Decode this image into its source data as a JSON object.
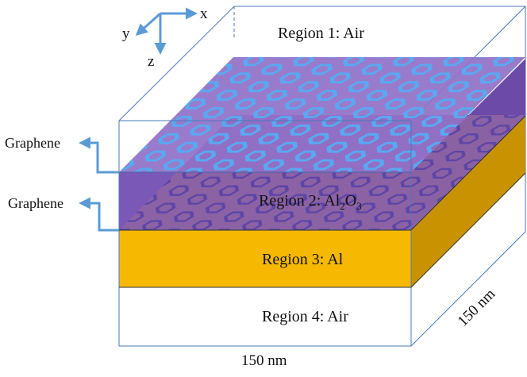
{
  "axes": {
    "x": "x",
    "y": "y",
    "z": "z"
  },
  "regions": {
    "r1": "Region 1: Air",
    "r2_pre": "Region 2: Al",
    "r2_sub1": "2",
    "r2_mid": "O",
    "r2_sub2": "3",
    "r3": "Region 3: Al",
    "r4": "Region 4: Air"
  },
  "layers": {
    "graphene_top": "Graphene",
    "graphene_bottom": "Graphene"
  },
  "dimensions": {
    "width": "150 nm",
    "depth": "150 nm"
  },
  "colors": {
    "air_edges": "#4a78b8",
    "graphene_top": "#9070c8",
    "al2o3": "#7a58b8",
    "al_front": "#f6b800",
    "al_side": "#c99200",
    "hex_top": "#5aa8f0",
    "hex_bottom": "#4e3aa6",
    "arrow": "#5b9bd5"
  }
}
